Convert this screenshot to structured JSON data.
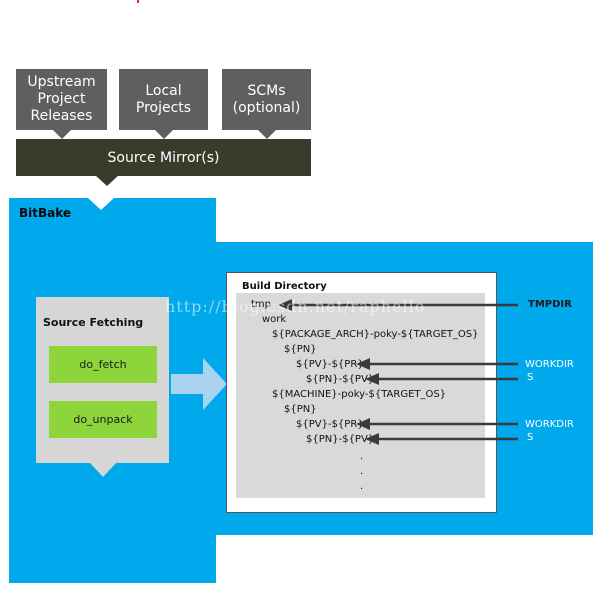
{
  "sources": {
    "upstream": "Upstream\nProject\nReleases",
    "local": "Local\nProjects",
    "scms": "SCMs\n(optional)"
  },
  "mirror": "Source Mirror(s)",
  "bitbake": "BitBake",
  "source_fetching": {
    "title": "Source Fetching",
    "tasks": [
      "do_fetch",
      "do_unpack"
    ]
  },
  "build_directory": {
    "title": "Build Directory",
    "tree": [
      "tmp",
      "work",
      "${PACKAGE_ARCH}-poky-${TARGET_OS}",
      "${PN}",
      "${PV}-${PR}",
      "${PN}-${PV}",
      "${MACHINE}-poky-${TARGET_OS}",
      "${PN}",
      "${PV}-${PR}",
      "${PN}-${PV}",
      ".",
      ".",
      "."
    ]
  },
  "labels": {
    "tmpdir": "TMPDIR",
    "workdir_1a": "WORKDIR",
    "workdir_1b": "S",
    "workdir_2a": "WORKDIR",
    "workdir_2b": "S"
  },
  "watermark": "http://blog.csdn.net/raphello",
  "colors": {
    "source_box": "#5f5f5f",
    "mirror": "#3b3b2c",
    "bitbake": "#00a8ec",
    "task": "#8dd53a",
    "panel": "#d6d6d6",
    "arrow": "#3a3a3a"
  }
}
